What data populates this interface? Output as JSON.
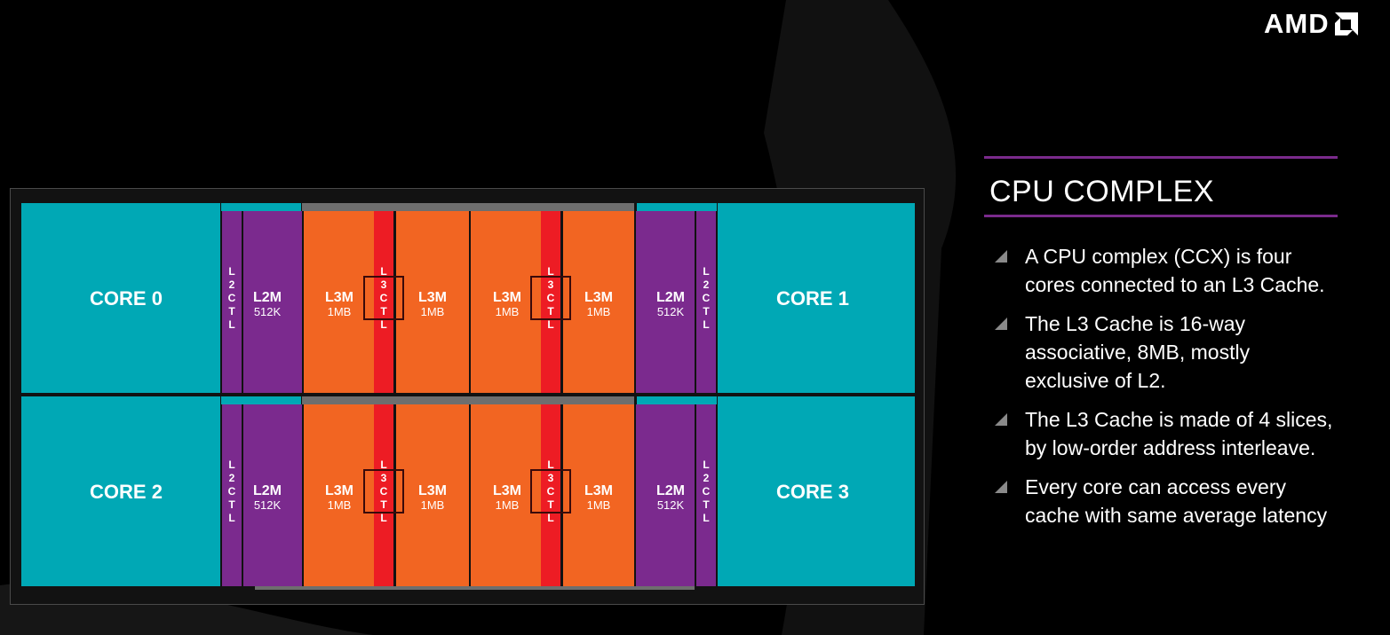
{
  "brand": {
    "logo_text": "AMD",
    "logo_icon": "amd-arrow-icon"
  },
  "panel": {
    "title": "CPU COMPLEX",
    "accent_color": "#7a2a8c",
    "bullets": [
      "A CPU complex (CCX) is four cores connected to an L3 Cache.",
      "The L3 Cache is 16-way associative, 8MB, mostly exclusive of L2.",
      "The L3 Cache is made of 4 slices, by low-order address interleave.",
      "Every core can access every cache with same average latency"
    ]
  },
  "diagram": {
    "colors": {
      "core": "#00a8b5",
      "l2": "#7b2a8e",
      "l3": "#f26522",
      "l3ctl": "#ed1c24",
      "bus": "#6e6e6e",
      "background": "#121212"
    },
    "rows": [
      {
        "left_core": "CORE 0",
        "right_core": "CORE 1",
        "l2ctl": "L2CTL",
        "l3ctl": "L3CTL",
        "l2m_label": "L2M",
        "l2m_size": "512K",
        "l3m_label": "L3M",
        "l3m_size": "1MB"
      },
      {
        "left_core": "CORE 2",
        "right_core": "CORE 3",
        "l2ctl": "L2CTL",
        "l3ctl": "L3CTL",
        "l2m_label": "L2M",
        "l2m_size": "512K",
        "l3m_label": "L3M",
        "l3m_size": "1MB"
      }
    ]
  }
}
